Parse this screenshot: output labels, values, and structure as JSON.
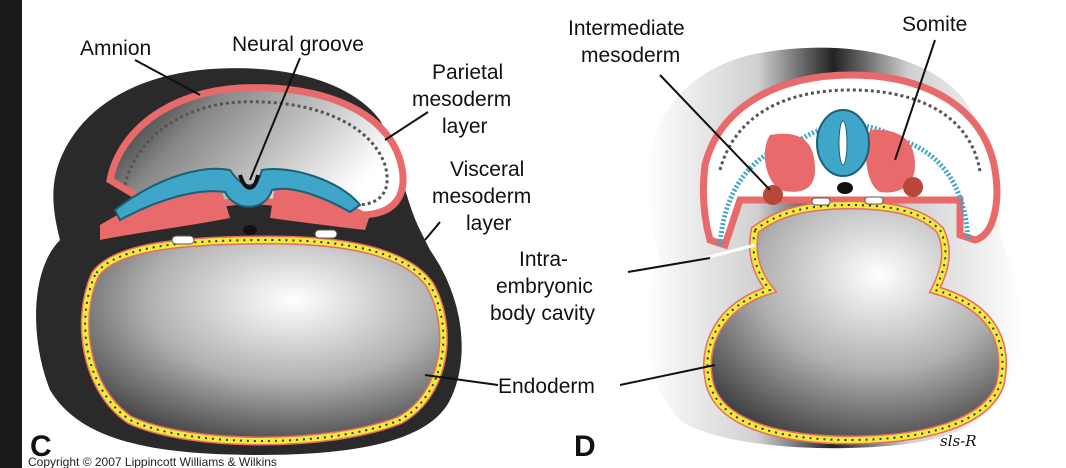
{
  "labels": {
    "amnion": "Amnion",
    "neural_groove": "Neural groove",
    "parietal": [
      "Parietal",
      "mesoderm",
      "layer"
    ],
    "visceral": [
      "Visceral",
      "mesoderm",
      "layer"
    ],
    "intermediate": [
      "Intermediate",
      "mesoderm"
    ],
    "somite": "Somite",
    "intraembryonic": [
      "Intra-",
      "embryonic",
      "body cavity"
    ],
    "endoderm": "Endoderm"
  },
  "panels": {
    "left": "C",
    "right": "D"
  },
  "signature": "sls-R",
  "copyright": "Copyright © 2007 Lippincott Williams & Wilkins",
  "colors": {
    "mesoderm": "#e86a6a",
    "neural": "#3fa6c9",
    "endoderm_dots": "#f2ea3a",
    "intermediate": "#b8473b",
    "background": "#ffffff",
    "frame": "#1a1a1a"
  }
}
